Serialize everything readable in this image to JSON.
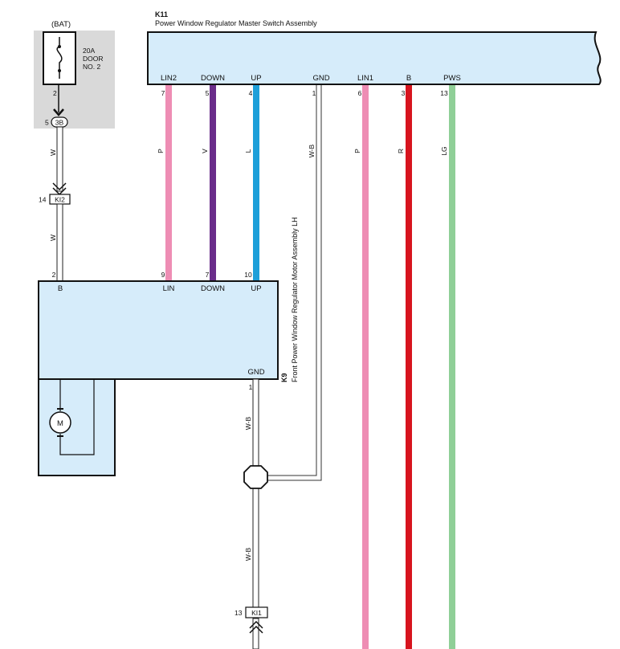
{
  "bat": {
    "label": "(BAT)",
    "fuse_rating": "20A",
    "fuse_name_1": "DOOR",
    "fuse_name_2": "NO. 2",
    "fuse_pin": "2",
    "jb_pin": "5",
    "jb_id": "3B"
  },
  "k11": {
    "id": "K11",
    "name": "Power Window Regulator Master Switch Assembly",
    "terminals": [
      {
        "label": "LIN2",
        "pin": "7",
        "wire": "P"
      },
      {
        "label": "DOWN",
        "pin": "5",
        "wire": "V"
      },
      {
        "label": "UP",
        "pin": "4",
        "wire": "L"
      },
      {
        "label": "GND",
        "pin": "1",
        "wire": "W-B"
      },
      {
        "label": "LIN1",
        "pin": "6",
        "wire": "P"
      },
      {
        "label": "B",
        "pin": "3",
        "wire": "R"
      },
      {
        "label": "PWS",
        "pin": "13",
        "wire": "LG"
      }
    ]
  },
  "k9": {
    "id": "K9",
    "name": "Front Power Window Regulator Motor Assembly LH",
    "terminals": [
      {
        "label": "B",
        "pin": "2"
      },
      {
        "label": "LIN",
        "pin": "9"
      },
      {
        "label": "DOWN",
        "pin": "7"
      },
      {
        "label": "UP",
        "pin": "10"
      },
      {
        "label": "GND",
        "pin": "1"
      }
    ],
    "motor_label": "M"
  },
  "wires": {
    "bat_to_ki2": "W",
    "ki2_to_k9": "W",
    "k9_gnd_upper": "W-B",
    "k9_gnd_lower": "W-B"
  },
  "connectors": {
    "ki2": {
      "pin": "14",
      "id": "KI2"
    },
    "ki1": {
      "pin": "13",
      "id": "KI1"
    }
  },
  "colors": {
    "panel_fill": "#d6ecfa",
    "fuse_bg": "#d9d9d9",
    "pink": "#ee8db4",
    "violet": "#6a2d8a",
    "blue": "#1d9fd9",
    "red": "#d7141e",
    "lightgreen": "#8fcf97"
  }
}
